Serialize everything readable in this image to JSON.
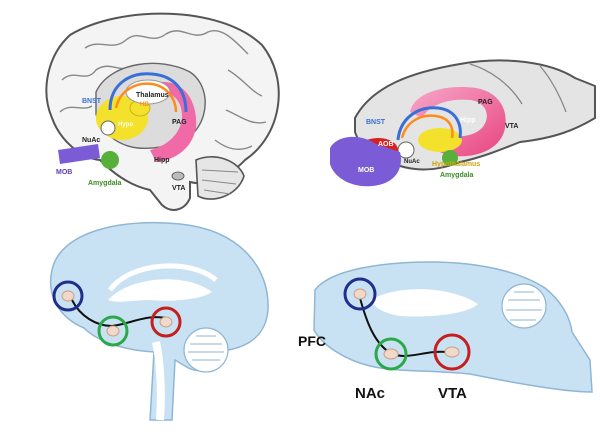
{
  "human_brain": {
    "labels": {
      "bnst": "BNST",
      "thalamus": "Thalamus",
      "hb": "HB",
      "hypo": "Hypo",
      "pag": "PAG",
      "nuac": "NuAc",
      "hipp": "Hipp",
      "mob": "MOB",
      "amygdala": "Amygdala",
      "vta": "VTA"
    }
  },
  "rodent_brain": {
    "labels": {
      "bnst": "BNST",
      "pag": "PAG",
      "hipp": "Hipp",
      "aob": "AOB",
      "vta": "VTA",
      "nuac": "NuAc",
      "hypothalamus": "Hypothalamus",
      "mob": "MOB",
      "amygdala": "Amygdala"
    }
  },
  "bottom_labels": {
    "pfc": "PFC",
    "nac": "NAc",
    "vta": "VTA"
  },
  "colors": {
    "bnst": "#3b6fd8",
    "hb": "#ff8c1a",
    "hypo": "#f3e12c",
    "hipp": "#f06aa8",
    "amygdala": "#56b03a",
    "mob": "#7b5cd6",
    "aob": "#d92020",
    "pfc_ring": "#1f2f8a",
    "nac_ring": "#2aa84a",
    "vta_ring": "#c41e1e",
    "brain_fill_bottom": "#c9e2f3"
  }
}
